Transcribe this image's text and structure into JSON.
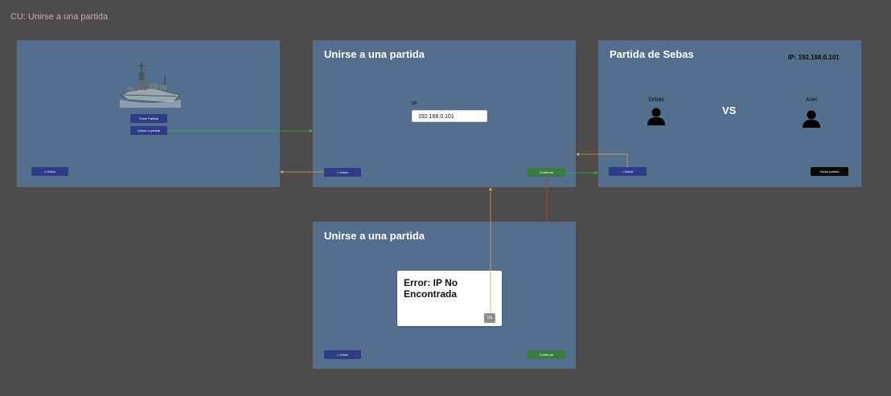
{
  "canvas": {
    "title": "CU: Unirse a una partida"
  },
  "frame_menu": {
    "buttons": {
      "create": "Crear Partida",
      "join": "Unirse a partida",
      "back": "< Volver"
    }
  },
  "frame_join": {
    "title": "Unirse a una partida",
    "ip_label": "IP",
    "ip_value": "192.168.0.101",
    "back_button": "< Volver",
    "confirm_button": "Confirmar"
  },
  "frame_lobby": {
    "title": "Partida de Sebas",
    "ip_display": "IP: 192.168.0.101",
    "player1": "Sebas",
    "player2": "Ariel",
    "vs": "VS",
    "back_button": "< Volver",
    "start_button": "Iniciar partida"
  },
  "frame_error": {
    "title": "Unirse a una partida",
    "error_text": "Error:  IP No Encontrada",
    "ok_button": "Ok",
    "back_button": "< Volver",
    "confirm_button": "Confirmar"
  },
  "colors": {
    "background": "#4e4b4b",
    "frame": "#546e8d",
    "button_primary": "#2e3b87",
    "button_confirm": "#3a7a45",
    "button_start": "#0a0a0a",
    "connector_green": "#3bb54a",
    "connector_orange": "#d9a25a",
    "connector_red": "#b23b3b"
  },
  "icons": {
    "ship": "warship-image",
    "user": "user-icon"
  }
}
